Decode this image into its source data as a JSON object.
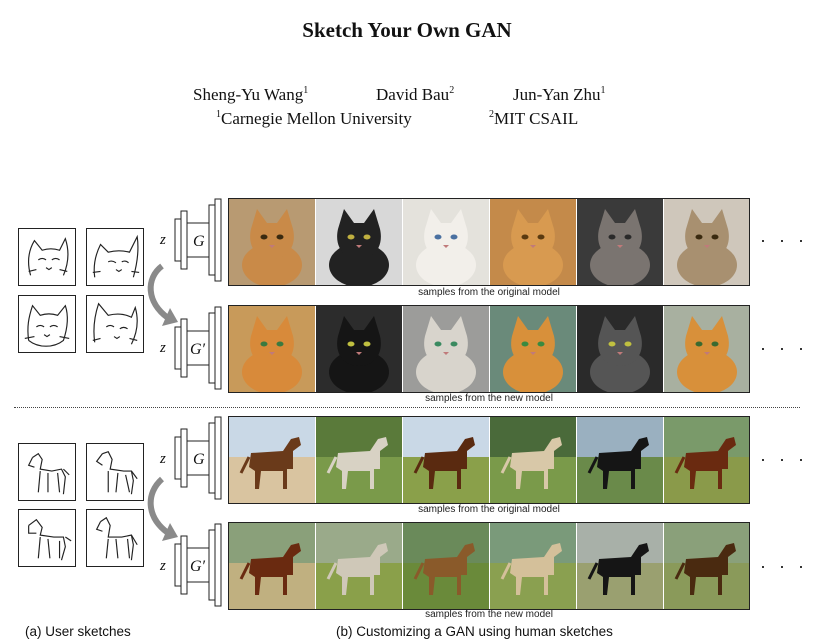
{
  "paper": {
    "title": "Sketch Your Own GAN",
    "authors": [
      {
        "name": "Sheng-Yu Wang",
        "sup": "1"
      },
      {
        "name": "David Bau",
        "sup": "2"
      },
      {
        "name": "Jun-Yan Zhu",
        "sup": "1"
      }
    ],
    "affiliations": [
      {
        "sup": "1",
        "name": "Carnegie Mellon University"
      },
      {
        "sup": "2",
        "name": "MIT CSAIL"
      }
    ]
  },
  "figure": {
    "latent_label": "z",
    "generator_label": "G",
    "finetuned_generator_label": "G′",
    "ellipsis": "· · ·",
    "cat_original_caption": "samples from the original model",
    "cat_new_caption": "samples from the new model",
    "horse_original_caption": "samples from the original model",
    "horse_new_caption": "samples from the new model",
    "subcaption_a": "(a) User sketches",
    "subcaption_b": "(b) Customizing a GAN using human sketches"
  },
  "colors": {
    "arrow": "#8a8a8a",
    "frame": "#222222",
    "cat_bg": [
      "#b89a72",
      "#d8d8d8",
      "#e4e2dc",
      "#c48a4a",
      "#3a3a3a",
      "#cfc7bb"
    ],
    "cat_new_bg": [
      "#c89a5a",
      "#2c2c2c",
      "#9c9c9a",
      "#6a8a7a",
      "#2a2a2a",
      "#a8b0a0"
    ],
    "horse_bg_sky": "#c9d8e6",
    "horse_bg_grass": "#7a9a4a",
    "horse_bg_sand": "#d9c4a0"
  }
}
